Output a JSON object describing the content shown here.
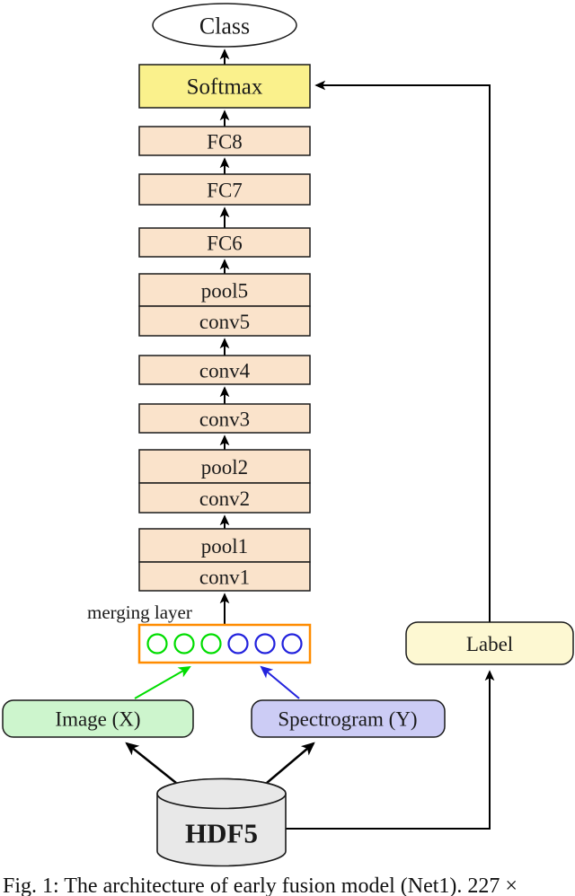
{
  "colors": {
    "softmax_fill": "#faf18c",
    "layer_fill": "#fae3cb",
    "image_fill": "#cdf5cd",
    "spectrogram_fill": "#ccccf5",
    "label_fill": "#fdf8d2",
    "hdf5_fill": "#e8e8e8",
    "merging_fill": "#ffffff",
    "merging_border": "#ff8c00",
    "neuron_green": "#00dd00",
    "neuron_blue": "#2222dd",
    "arrow_black": "#000000"
  },
  "nodes": {
    "class": {
      "label": "Class"
    },
    "softmax": {
      "label": "Softmax"
    },
    "fc8": {
      "label": "FC8"
    },
    "fc7": {
      "label": "FC7"
    },
    "fc6": {
      "label": "FC6"
    },
    "pool5": {
      "label": "pool5"
    },
    "conv5": {
      "label": "conv5"
    },
    "conv4": {
      "label": "conv4"
    },
    "conv3": {
      "label": "conv3"
    },
    "pool2": {
      "label": "pool2"
    },
    "conv2": {
      "label": "conv2"
    },
    "pool1": {
      "label": "pool1"
    },
    "conv1": {
      "label": "conv1"
    },
    "merging": {
      "label": "merging layer",
      "green_neurons": 3,
      "blue_neurons": 3
    },
    "image": {
      "label": "Image (X)"
    },
    "spectrogram": {
      "label": "Spectrogram (Y)"
    },
    "label": {
      "label": "Label"
    },
    "hdf5": {
      "label": "HDF5"
    }
  },
  "caption": "Fig. 1: The architecture of early fusion model (Net1). 227 ×"
}
